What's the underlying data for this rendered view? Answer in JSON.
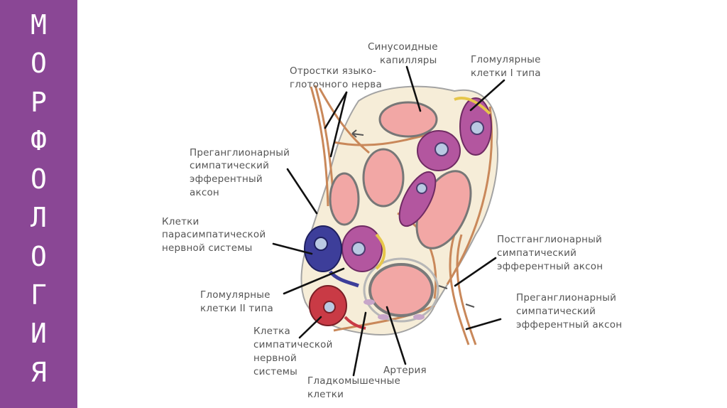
{
  "sidebar": {
    "title_letters": [
      "М",
      "О",
      "Р",
      "Ф",
      "О",
      "Л",
      "О",
      "Г",
      "И",
      "Я"
    ],
    "color": "#8a4795"
  },
  "diagram": {
    "labels": {
      "sinusoid": [
        "Синусоидные",
        "капилляры"
      ],
      "glomus1": [
        "Гломулярные",
        "клетки I типа"
      ],
      "glossopharyngeal": [
        "Отростки языко-",
        "глоточного нерва"
      ],
      "preganglionic_left": [
        "Преганглионарный",
        "симпатический",
        "эфферентный",
        "аксон"
      ],
      "parasympathetic": [
        "Клетки",
        "парасимпатической",
        "нервной системы"
      ],
      "glomus2": [
        "Гломулярные",
        "клетки II типа"
      ],
      "sympathetic_cell": [
        "Клетка",
        "симпатической",
        "нервной",
        "системы"
      ],
      "smooth_muscle": [
        "Гладкомышечные",
        "клетки"
      ],
      "artery": [
        "Артерия"
      ],
      "postganglionic": [
        "Постганглионарный",
        "симпатический",
        "эфферентный аксон"
      ],
      "preganglionic_right": [
        "Преганглионарный",
        "симпатический",
        "эфферентный аксон"
      ]
    },
    "colors": {
      "capillary": "#f2a7a5",
      "glomus_cell": "#b3569f",
      "parasympathetic_cell": "#3d3e9a",
      "sympathetic_cell": "#c93a45",
      "nerve_fiber": "#c9885a",
      "interstitium": "#f6edd8",
      "sustentacular": "#e6c64a"
    }
  }
}
